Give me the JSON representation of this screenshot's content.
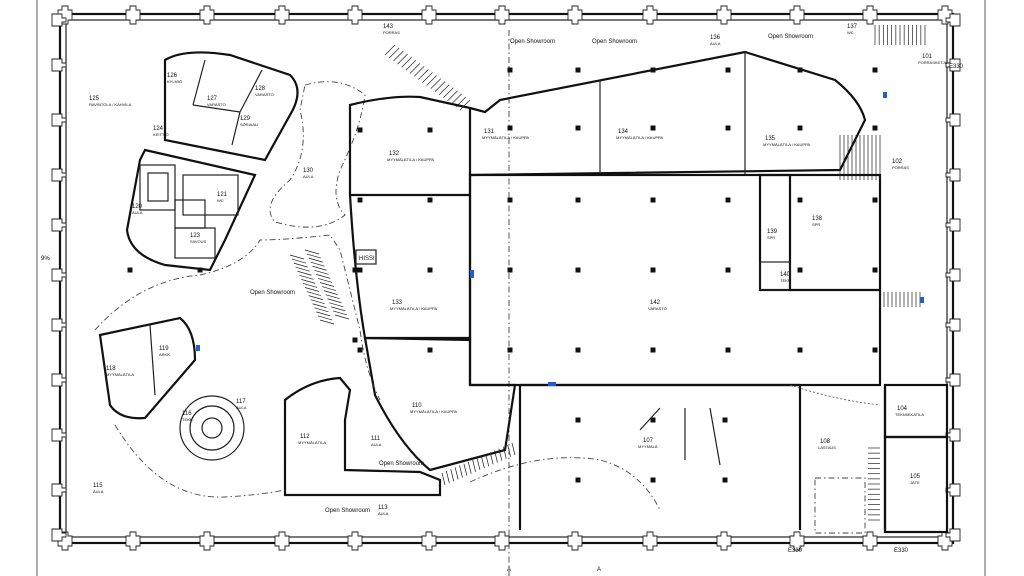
{
  "plan": {
    "title": "",
    "external_labels": [
      "E330",
      "E330",
      "E330"
    ],
    "rooms": [
      {
        "id": "101",
        "name": "PORRASKETJU"
      },
      {
        "id": "102",
        "name": "PORRAS"
      },
      {
        "id": "104",
        "name": "TEKNIIKKATILA"
      },
      {
        "id": "105",
        "name": "JÄTE"
      },
      {
        "id": "107",
        "name": "MYYMÄLÄ"
      },
      {
        "id": "108",
        "name": "LASTAUS"
      },
      {
        "id": "110",
        "name": "MYYMÄLÄTILA / KAUPPA"
      },
      {
        "id": "111",
        "name": "AULA"
      },
      {
        "id": "112",
        "name": "MYYMÄLÄTILA"
      },
      {
        "id": "113",
        "name": "AULA"
      },
      {
        "id": "115",
        "name": "AULA"
      },
      {
        "id": "116",
        "name": "TEKN"
      },
      {
        "id": "117",
        "name": "AULA"
      },
      {
        "id": "118",
        "name": "MYYMÄLÄTILA"
      },
      {
        "id": "119",
        "name": "ARKK"
      },
      {
        "id": "120",
        "name": "AULA"
      },
      {
        "id": "121",
        "name": "WC"
      },
      {
        "id": "123",
        "name": "SIIVOUS"
      },
      {
        "id": "124",
        "name": "KEITTIÖ"
      },
      {
        "id": "125",
        "name": "RAVINTOLA / KAHVILA"
      },
      {
        "id": "126",
        "name": "KYLMIÖ"
      },
      {
        "id": "127",
        "name": "VARASTO"
      },
      {
        "id": "128",
        "name": "VARASTO"
      },
      {
        "id": "129",
        "name": "SOSIAALI"
      },
      {
        "id": "130",
        "name": "AULA"
      },
      {
        "id": "131",
        "name": "MYYMÄLÄTILA / KAUPPA"
      },
      {
        "id": "132",
        "name": "MYYMÄLÄTILA / KAUPPA"
      },
      {
        "id": "133",
        "name": "MYYMÄLÄTILA / KAUPPA"
      },
      {
        "id": "134",
        "name": "MYYMÄLÄTILA / KAUPPA"
      },
      {
        "id": "135",
        "name": "MYYMÄLÄTILA / KAUPPA"
      },
      {
        "id": "136",
        "name": "AULA"
      },
      {
        "id": "137",
        "name": "WC"
      },
      {
        "id": "138",
        "name": "SPR"
      },
      {
        "id": "139",
        "name": "SPR"
      },
      {
        "id": "140",
        "name": "TEKN"
      },
      {
        "id": "142",
        "name": "VARASTO"
      },
      {
        "id": "143",
        "name": "PORRAS"
      }
    ],
    "area_labels": [
      {
        "text": "Open Showroom"
      },
      {
        "text": "Open Showroom"
      },
      {
        "text": "Open Showroom"
      },
      {
        "text": "Open Showroom"
      },
      {
        "text": "Open Showroom"
      },
      {
        "text": "Open Showroom"
      }
    ],
    "hissi": "HISSI",
    "side_note_left": "9%",
    "corner_labels": [
      "A",
      "A"
    ]
  }
}
